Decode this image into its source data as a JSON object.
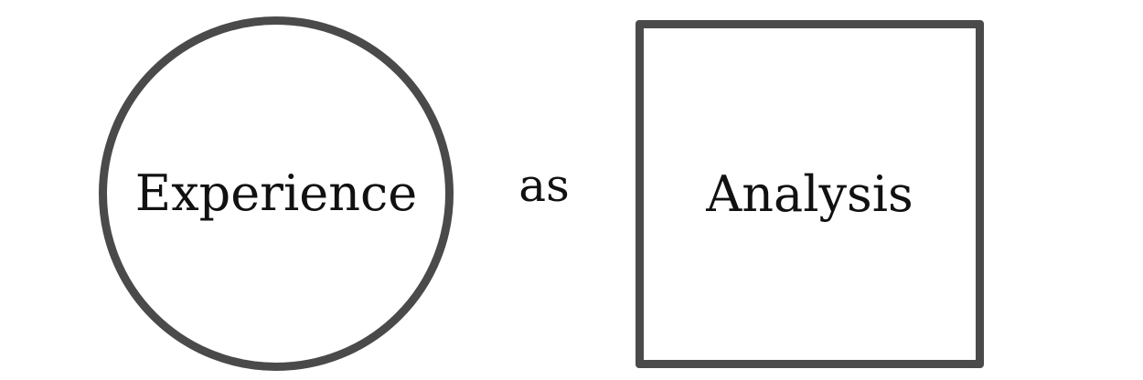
{
  "diagram": {
    "left_shape": {
      "shape": "circle",
      "label": "Experience"
    },
    "connector": {
      "label": "as"
    },
    "right_shape": {
      "shape": "square",
      "label": "Analysis"
    },
    "colors": {
      "outline": "#4a4a4a",
      "text": "#111111",
      "background": "#ffffff"
    }
  }
}
